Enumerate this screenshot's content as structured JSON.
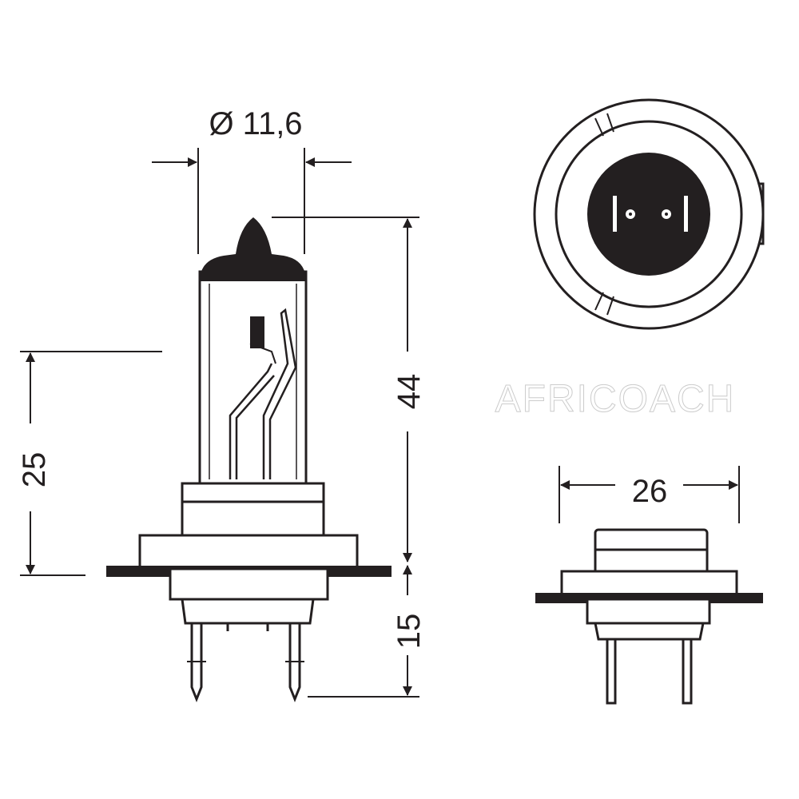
{
  "dimensions": {
    "diameter": "Ø 11,6",
    "height_total": "44",
    "height_base": "15",
    "light_center": "25",
    "width_base": "26"
  },
  "watermark": "AFRICOACH",
  "colors": {
    "line": "#231f20",
    "background": "#ffffff"
  }
}
